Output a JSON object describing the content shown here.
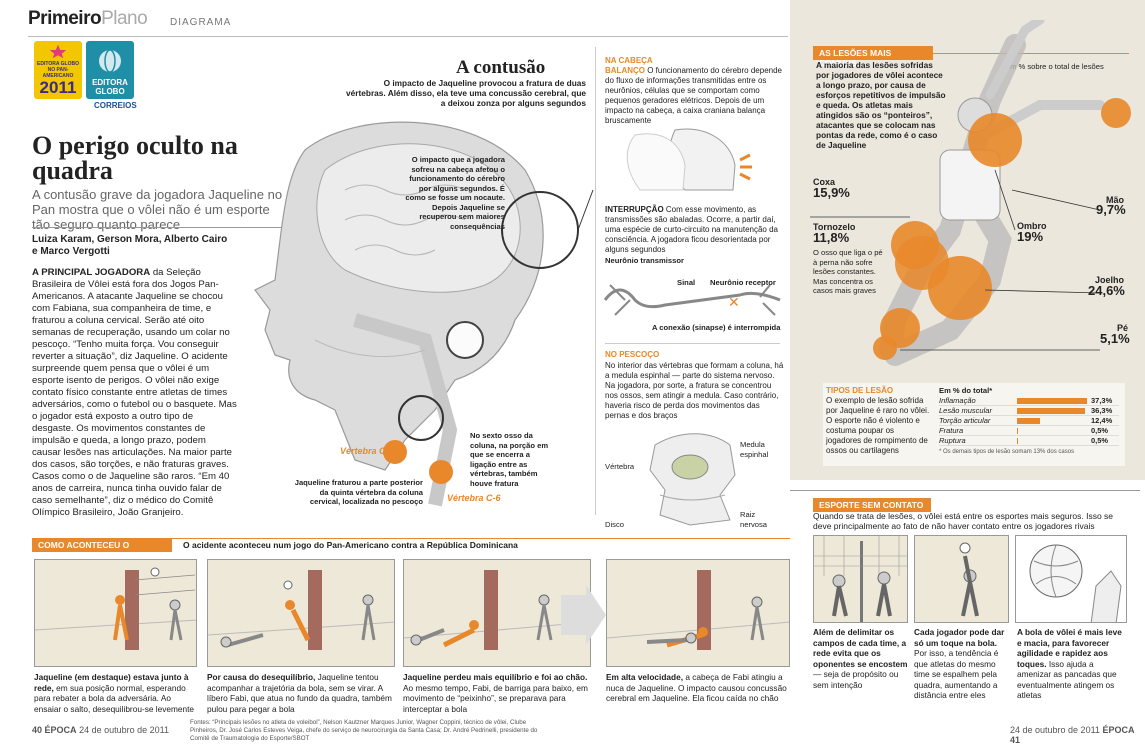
{
  "header": {
    "brand1": "Primeiro",
    "brand2": "Plano",
    "section": "DIAGRAMA"
  },
  "logos": {
    "l1_top": "EDITORA GLOBO NO PAN-AMERICANO",
    "l1_year": "2011",
    "l2": "EDITORA GLOBO",
    "correios": "CORREIOS"
  },
  "article": {
    "title": "O perigo oculto na quadra",
    "subtitle": "A contusão grave da jogadora Jaqueline no Pan mostra que o vôlei não é um esporte tão seguro quanto parece",
    "authors": "Luiza Karam, Gerson Mora, Alberto Cairo e Marco Vergotti",
    "lead": "A PRINCIPAL JOGADORA",
    "body": " da Seleção Brasileira de Vôlei está fora dos Jogos Pan-Americanos. A atacante Jaqueline se chocou com Fabiana, sua companheira de time, e fraturou a coluna cervical. Serão até oito semanas de recuperação, usando um colar no pescoço. “Tenho muita força. Vou conseguir reverter a situação”, diz Jaqueline. O acidente surpreende quem pensa que o vôlei é um esporte isento de perigos. O vôlei não exige contato físico constante entre atletas de times adversários, como o futebol ou o basquete. Mas o jogador está exposto a outro tipo de desgaste. Os movimentos constantes de impulsão e queda, a longo prazo, podem causar lesões nas articulações. Na maior parte dos casos, são torções, e não fraturas graves. Casos como o de Jaqueline são raros. “Em 40 anos de carreira, nunca tinha ouvido falar de caso semelhante”, diz o médico do Comitê Olímpico Brasileiro, João Granjeiro."
  },
  "contusao": {
    "title": "A contusão",
    "desc": "O impacto de Jaqueline provocou a fratura de duas vértebras. Além disso, ela teve uma concussão cerebral, que a deixou zonza por alguns segundos",
    "brain_note": "O impacto que a jogadora sofreu na cabeça afetou o funcionamento do cérebro por alguns segundos. É como se fosse um nocaute. Depois Jaqueline se recuperou sem maiores consequências",
    "c5": "Vértebra C-5",
    "c6": "Vértebra C-6",
    "fracture_note": "Jaqueline fraturou a parte posterior da quinta vértebra da coluna cervical, localizada no pescoço",
    "sixth_note": "No sexto osso da coluna, na porção em que se encerra a ligação entre as vértebras, também houve fratura"
  },
  "cabeca": {
    "tag": "NA CABEÇA",
    "balanco_label": "BALANÇO",
    "balanco": " O funcionamento do cérebro depende do fluxo de informações transmitidas entre os neurônios, células que se comportam como pequenos geradores elétricos. Depois de um impacto na cabeça, a caixa craniana balança bruscamente",
    "interrupcao_label": "INTERRUPÇÃO",
    "interrupcao": " Com esse movimento, as transmissões são abaladas. Ocorre, a partir daí, uma espécie de curto-circuito na manutenção da consciência. A jogadora ficou desorientada por alguns segundos",
    "neuron": "Neurônio transmissor",
    "sinal": "Sinal",
    "receptor": "Neurônio receptor",
    "sinapse": "A conexão (sinapse) é interrompida"
  },
  "pescoco": {
    "tag": "NO PESCOÇO",
    "text": "No interior das vértebras que formam a coluna, há a medula espinhal — parte do sistema nervoso. Na jogadora, por sorte, a fratura se concentrou nos ossos, sem atingir a medula. Caso contrário, haveria risco de perda dos movimentos das pernas e dos braços",
    "vertebra": "Vértebra",
    "medula": "Medula espinhal",
    "disco": "Disco",
    "raiz": "Raiz nervosa"
  },
  "lesoes": {
    "band": "AS LESÕES MAIS COMUNS",
    "note": "Em % sobre o total de lesões",
    "text": "A maioria das lesões sofridas por jogadores de vôlei acontece a longo prazo, por causa de esforços repetitivos de impulsão e queda. Os atletas mais atingidos são os “ponteiros”, atacantes que se colocam nas pontas da rede, como é o caso de Jaqueline",
    "coxa": "Coxa",
    "coxa_v": "15,9%",
    "mao": "Mão",
    "mao_v": "9,7%",
    "ombro": "Ombro",
    "ombro_v": "19%",
    "tornozelo": "Tornozelo",
    "tornozelo_v": "11,8%",
    "tornozelo_d": "O osso que liga o pé à perna não sofre lesões constantes. Mas concentra os casos mais graves",
    "joelho": "Joelho",
    "joelho_v": "24,6%",
    "pe": "Pé",
    "pe_v": "5,1%"
  },
  "tipos": {
    "band": "TIPOS DE LESÃO",
    "text": "O exemplo de lesão sofrida por Jaqueline é raro no vôlei. O esporte não é violento e costuma poupar os jogadores de rompimento de ossos ou cartilagens",
    "header": "Em % do total*",
    "rows": [
      {
        "label": "Inflamação",
        "value": "37,3%",
        "pct": 37.3
      },
      {
        "label": "Lesão muscular",
        "value": "36,3%",
        "pct": 36.3
      },
      {
        "label": "Torção articular",
        "value": "12,4%",
        "pct": 12.4
      },
      {
        "label": "Fratura",
        "value": "0,5%",
        "pct": 0.5
      },
      {
        "label": "Ruptura",
        "value": "0,5%",
        "pct": 0.5
      }
    ],
    "footnote": "* Os demais tipos de lesão somam 13% dos casos"
  },
  "esporte": {
    "band": "ESPORTE SEM CONTATO",
    "intro": "Quando se trata de lesões, o vôlei está entre os esportes mais seguros. Isso se deve principalmente ao fato de não haver contato entre os jogadores rivais",
    "c1b": "Além de delimitar os campos de cada time, a rede evita que os oponentes se encostem",
    "c1": " — seja de propósito ou sem intenção",
    "c2b": "Cada jogador pode dar só um toque na bola.",
    "c2": " Por isso, a tendência é que atletas do mesmo time se espalhem pela quadra, aumentando a distância entre eles",
    "c3b": "A bola de vôlei é mais leve e macia, para favorecer agilidade e rapidez aos toques.",
    "c3": " Isso ajuda a amenizar as pancadas que eventualmente atingem os atletas"
  },
  "choque": {
    "band": "COMO ACONTECEU O CHOQUE",
    "desc": "O acidente aconteceu num jogo do Pan-Americano contra a República Dominicana",
    "s1b": "Jaqueline (em destaque) estava junto à rede,",
    "s1": " em sua posição normal, esperando para rebater a bola da adversária. Ao ensaiar o salto, desequilibrou-se levemente",
    "s2b": "Por causa do desequilíbrio,",
    "s2": " Jaqueline tentou acompanhar a trajetória da bola, sem se virar. A líbero Fabi, que atua no fundo da quadra, também pulou para pegar a bola",
    "s3b": "Jaqueline perdeu mais equilíbrio e foi ao chão.",
    "s3": " Ao mesmo tempo, Fabi, de barriga para baixo, em movimento de “peixinho”, se preparava para interceptar a bola",
    "s4b": "Em alta velocidade,",
    "s4": " a cabeça de Fabi atingiu a nuca de Jaqueline. O impacto causou concussão cerebral em Jaqueline. Ela ficou caída no chão"
  },
  "footer": {
    "left_pg": "40",
    "left_mag": "ÉPOCA",
    "left_date": "24 de outubro de 2011",
    "sources": "Fontes: “Principais lesões no atleta de voleibol”, Nelson Kautzner Marques Junior, Wagner Coppini, técnico de vôlei, Clube Pinheiros, Dr. José Carlos Esteves Veiga, chefe do serviço de neurocirurgia da Santa Casa; Dr. André Pedrinelli, presidente do Comitê de Traumatologia do Esporte/SBOT",
    "right_date": "24 de outubro de 2011",
    "right_mag": "ÉPOCA",
    "right_pg": "41"
  },
  "colors": {
    "accent": "#e8882a",
    "panel": "#ebe7dd"
  }
}
